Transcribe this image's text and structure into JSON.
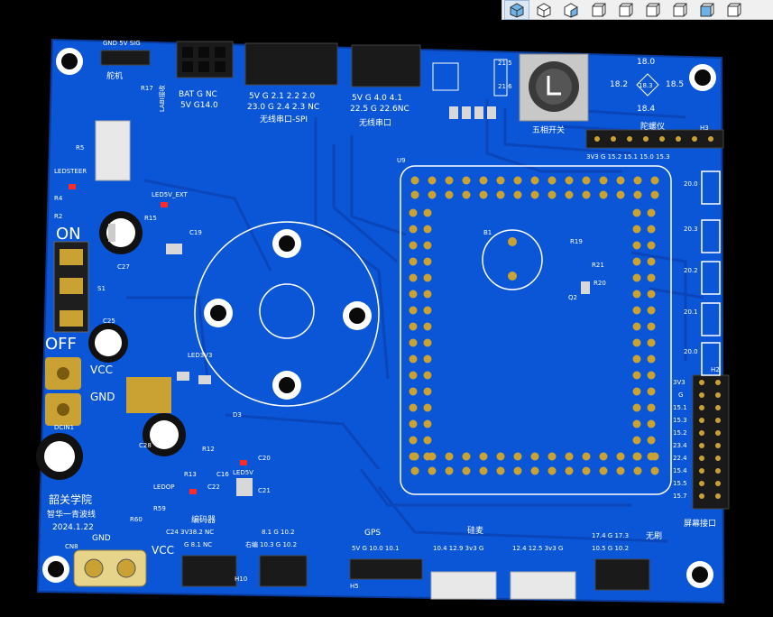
{
  "toolbar": {
    "buttons": [
      {
        "name": "view-iso-top",
        "active": true
      },
      {
        "name": "view-iso-front"
      },
      {
        "name": "view-iso-right"
      },
      {
        "name": "view-top"
      },
      {
        "name": "view-front"
      },
      {
        "name": "view-side"
      },
      {
        "name": "view-back"
      },
      {
        "name": "view-bottom"
      },
      {
        "name": "view-left"
      }
    ]
  },
  "board": {
    "colors": {
      "pcb": "#0a56d6",
      "trace": "#0b45b8",
      "silk": "#ffffff",
      "pad": "#c9a233",
      "header": "#1a1a1a",
      "sky": "#000000"
    },
    "labels": {
      "servo": "舵机",
      "servo_header": "GND 5V SIG",
      "r17": "R17",
      "labi": "LABI接收",
      "bat_row1": "BAT  G  NC",
      "bat_row2": "5V   G14.0",
      "spi_row1": "5V  G  2.1 2.2 2.0",
      "spi_row2": "23.0  G  2.4 2.3  NC",
      "spi_title": "无线串口-SPI",
      "uart_row1": "5V  G  4.0 4.1",
      "uart_row2": "22.5  G  22.6NC",
      "uart_title": "无线串口",
      "j21_5": "21.5",
      "j21_6": "21.6",
      "five_way": "五相开关",
      "nav_top": "18.0",
      "nav_left": "18.2",
      "nav_center": "18.3",
      "nav_right": "18.5",
      "nav_bottom": "18.4",
      "gyro": "陀螺仪",
      "h3": "H3",
      "gyro_pins": "3V3  G  15.2 15.1 15.0 15.3",
      "r5": "R5",
      "ledsteer": "LEDSTEER",
      "r4": "R4",
      "r2": "R2",
      "led5v_ext": "LED5V_EXT",
      "c19": "C19",
      "r15": "R15",
      "c27": "C27",
      "on": "ON",
      "off": "OFF",
      "s1": "S1",
      "c25": "C25",
      "vcc": "VCC",
      "gnd_v": "GND",
      "dcin": "DCIN1",
      "u9": "U9",
      "b1": "B1",
      "r19": "R19",
      "r21": "R21",
      "r20": "R20",
      "q2": "Q2",
      "led3v3": "LED3V3",
      "d3": "D3",
      "c28": "C28",
      "c21": "C21",
      "r12": "R12",
      "r13": "R13",
      "c16": "C16",
      "led5v": "LED5V",
      "c20": "C20",
      "c22": "C22",
      "ledop": "LEDOP",
      "r59": "R59",
      "r60": "R60",
      "c24": "C24",
      "school": "韶关学院",
      "author": "智华一青波线",
      "date": "2024.1.22",
      "cn8": "CN8",
      "gnd": "GND",
      "vcc2": "VCC",
      "encoder": "编码器",
      "enc_row1": "3V38.2  NC",
      "enc_row2": "G   8.1  NC",
      "h10": "H10",
      "steer": "右编",
      "steer_row1": "8.1  G  10.2",
      "steer_row2": "10.3  G  10.2",
      "gps": "GPS",
      "gps_pins": "5V  G  10.0 10.1",
      "h5": "H5",
      "silicon": "硅麦",
      "cn3_pins": "10.4 12.9 3v3 G",
      "cn4_pins": "12.4 12.5 3v3 G",
      "brushless": "无刷",
      "bl_row1": "17.4   G  17.3",
      "bl_row2": "10.5   G  10.2",
      "screen": "屏幕接口",
      "h2": "H2",
      "key_labels": [
        "20.0",
        "20.3",
        "20.2",
        "20.1",
        "20.0"
      ],
      "screen_pins": [
        "3V3",
        "G",
        "15.1",
        "15.3",
        "15.2",
        "23.4",
        "22.4",
        "15.4",
        "15.5",
        "15.7"
      ]
    }
  }
}
